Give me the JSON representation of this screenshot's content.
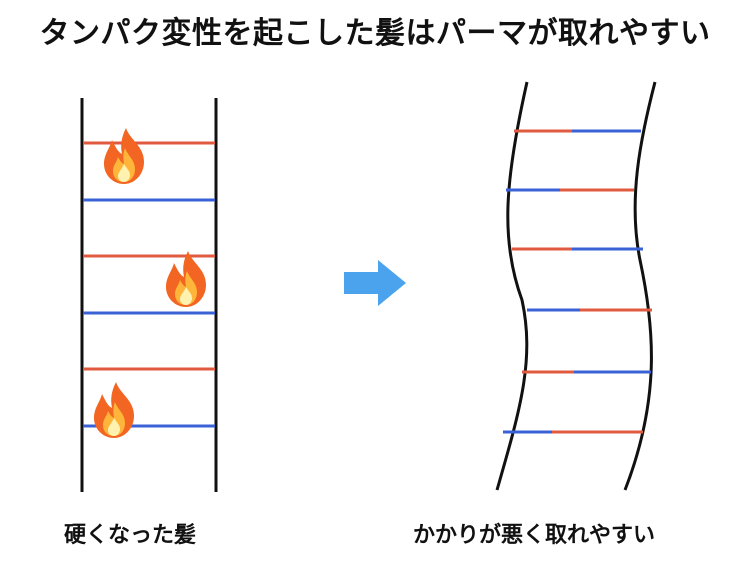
{
  "title": "タンパク変性を起こした髪はパーマが取れやすい",
  "captions": {
    "left": "硬くなった髪",
    "right": "かかりが悪く取れやすい"
  },
  "icons": {
    "flame": "fire-icon",
    "arrow": "right-arrow-icon"
  },
  "colors": {
    "rail": "#111111",
    "red_bond": "#e05a3f",
    "blue_bond": "#3a62d6",
    "arrow": "#4aa3ec"
  }
}
